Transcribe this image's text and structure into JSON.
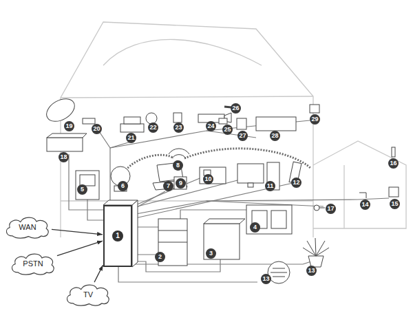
{
  "diagram": {
    "nodes": [
      {
        "text": [
          "WAN"
        ]
      },
      {
        "text": [
          "PSTN"
        ]
      },
      {
        "text": [
          "TV"
        ]
      },
      {
        "text": [
          "1"
        ]
      }
    ],
    "edges": [
      {
        "from": 0,
        "to": 3,
        "arrow": "to"
      },
      {
        "from": 1,
        "to": 3,
        "arrow": "to"
      },
      {
        "from": 2,
        "to": 3,
        "arrow": "to"
      }
    ],
    "labels": [
      "2",
      "3",
      "4",
      "5",
      "6",
      "7",
      "8",
      "9",
      "10",
      "11",
      "12",
      "13",
      "13",
      "14",
      "15",
      "16",
      "17",
      "18",
      "19",
      "20",
      "21",
      "22",
      "23",
      "24",
      "25",
      "26",
      "27",
      "28",
      "29"
    ]
  }
}
